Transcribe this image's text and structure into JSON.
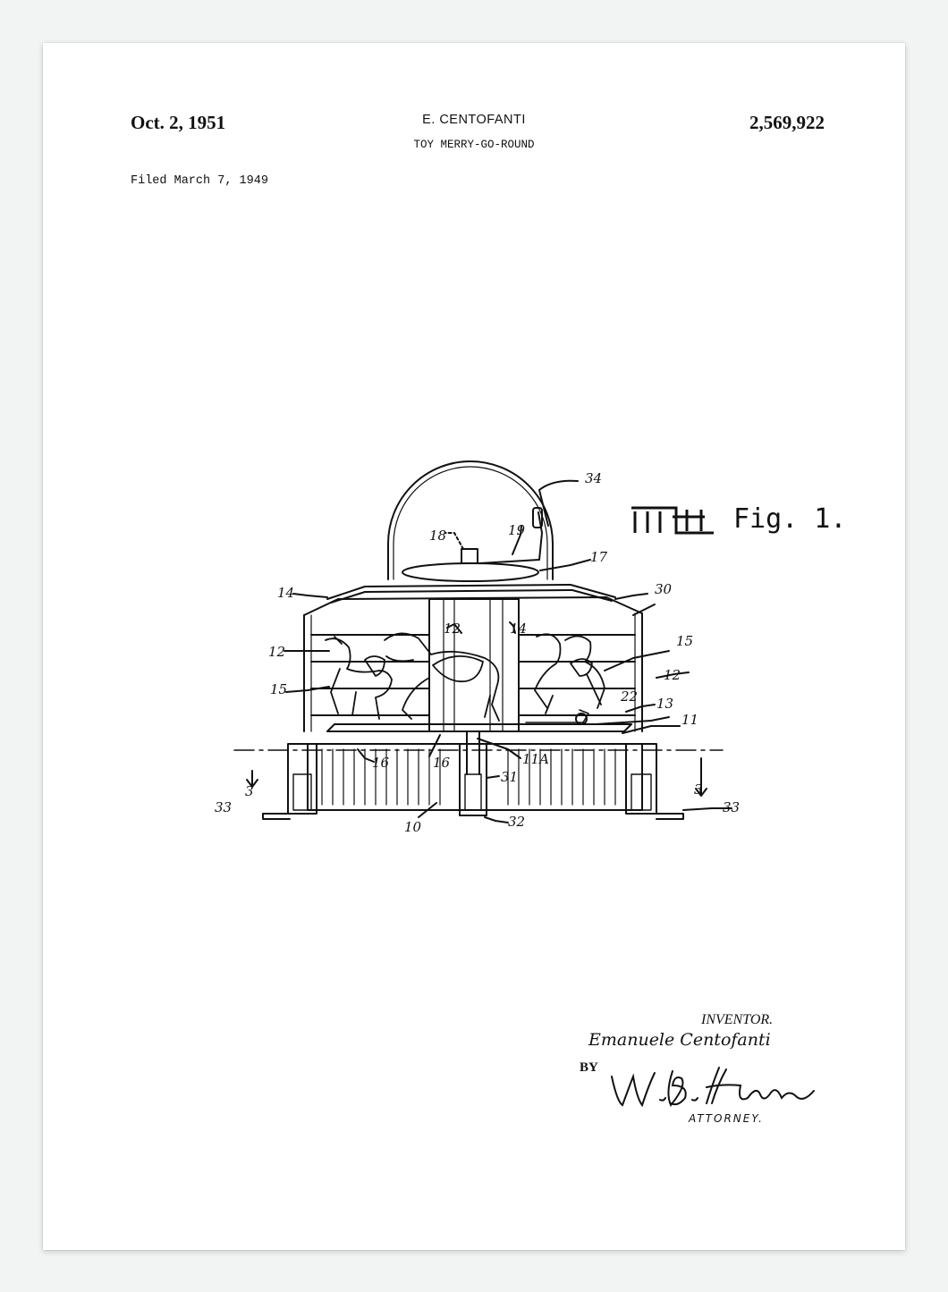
{
  "header": {
    "date": "Oct. 2, 1951",
    "inventor": "E. CENTOFANTI",
    "title": "TOY MERRY-GO-ROUND",
    "patent_number": "2,569,922",
    "filed": "Filed March 7, 1949"
  },
  "figure": {
    "label": "Fig. 1.",
    "reference_numerals": {
      "r34": "34",
      "r19": "19",
      "r18": "18",
      "r17": "17",
      "r30": "30",
      "r14a": "14",
      "r14b": "14",
      "r12a": "12",
      "r12b": "12",
      "r12c": "12",
      "r15a": "15",
      "r15b": "15",
      "r22": "22",
      "r13": "13",
      "r11": "11",
      "r16a": "16",
      "r16b": "16",
      "r11A": "11A",
      "r31": "31",
      "r3a": "3",
      "r3b": "3",
      "r33a": "33",
      "r33b": "33",
      "r10": "10",
      "r32": "32"
    }
  },
  "signature": {
    "inventor_label": "INVENTOR.",
    "inventor_signature": "Emanuele Centofanti",
    "by_label": "BY",
    "attorney_signature": "W. B. Harpman",
    "attorney_label": "ATTORNEY."
  }
}
